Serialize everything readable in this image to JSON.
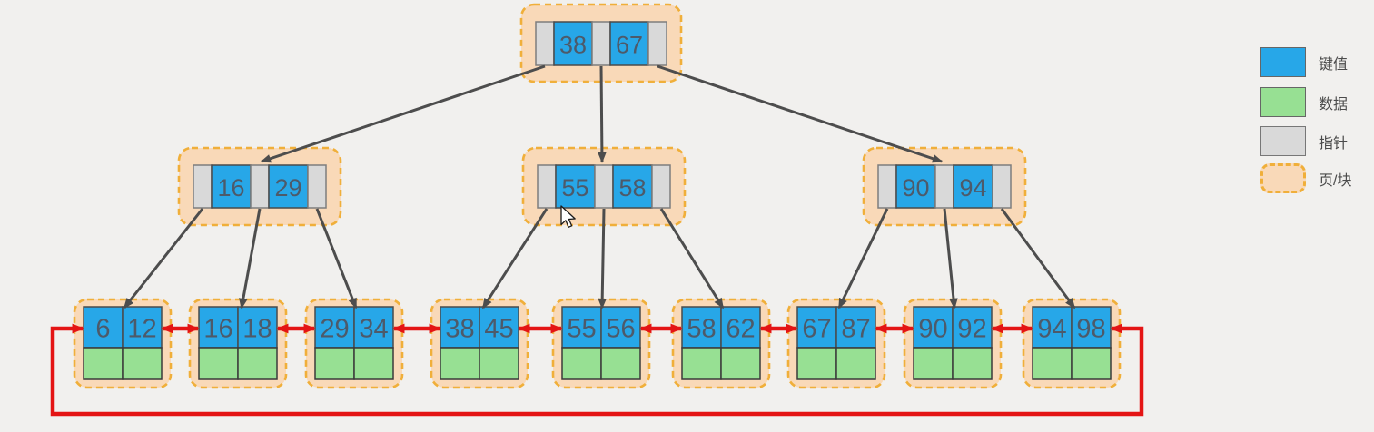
{
  "legend": {
    "items": [
      {
        "id": "key",
        "label": "键值"
      },
      {
        "id": "data",
        "label": "数据"
      },
      {
        "id": "pointer",
        "label": "指针"
      },
      {
        "id": "page",
        "label": "页/块"
      }
    ]
  },
  "colors": {
    "background": "#f1f0ee",
    "key_fill": "#27a7e8",
    "key_border": "#4a4a4a",
    "data_fill": "#97e093",
    "data_border": "#3b3b3b",
    "pointer_fill": "#d9d9d9",
    "pointer_border": "#7d7d7d",
    "page_fill": "#f9d9b8",
    "page_border": "#f0af3a",
    "link": "#e41414",
    "tree_arrow": "#4d4d4d",
    "key_text": "#4d5a6a",
    "legend_text": "#4b4b4b"
  },
  "tree": {
    "root": {
      "keys": [
        "38",
        "67"
      ]
    },
    "internal_nodes": [
      {
        "keys": [
          "16",
          "29"
        ]
      },
      {
        "keys": [
          "55",
          "58"
        ]
      },
      {
        "keys": [
          "90",
          "94"
        ]
      }
    ],
    "leaf_nodes": [
      {
        "keys": [
          "6",
          "12"
        ]
      },
      {
        "keys": [
          "16",
          "18"
        ]
      },
      {
        "keys": [
          "29",
          "34"
        ]
      },
      {
        "keys": [
          "38",
          "45"
        ]
      },
      {
        "keys": [
          "55",
          "56"
        ]
      },
      {
        "keys": [
          "58",
          "62"
        ]
      },
      {
        "keys": [
          "67",
          "87"
        ]
      },
      {
        "keys": [
          "90",
          "92"
        ]
      },
      {
        "keys": [
          "94",
          "98"
        ]
      }
    ]
  }
}
